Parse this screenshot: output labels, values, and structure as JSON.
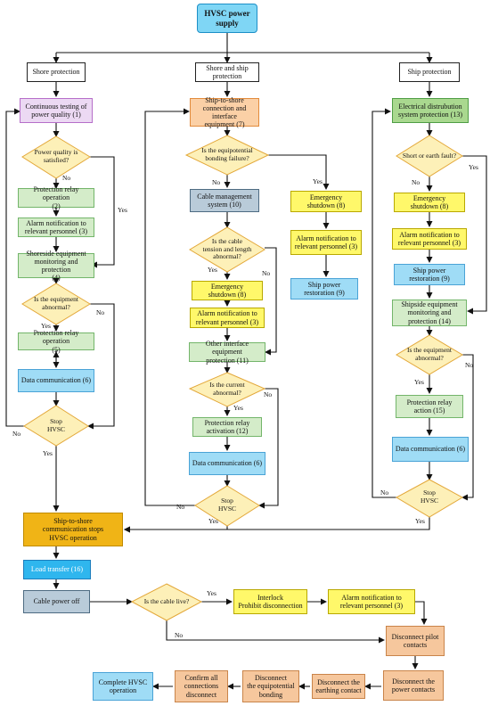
{
  "nodes": {
    "title": "HVSC power supply",
    "shore_protection": "Shore protection",
    "shore_ship_protection": "Shore and ship\nprotection",
    "ship_protection": "Ship protection",
    "continuous_testing": "Continuous testing of\npower quality (1)",
    "power_quality_q": "Power quality is\nsatisfied?",
    "prot_relay_2": "Protection relay operation\n(2)",
    "alarm_3_left": "Alarm notification to\nrelevant personnel (3)",
    "shoreside_monitoring": "Shoreside equipment\nmonitoring and protection\n(4)",
    "equip_abnormal_left": "Is the equipment\nabnormal?",
    "prot_relay_5": "Protection relay operation\n(5)",
    "data_comm_left": "Data communication (6)",
    "stop_left": "Stop\nHVSC",
    "ship_to_shore_7": "Ship-to-shore\nconnection and interface\nequipment (7)",
    "bonding_failure_q": "Is the equipotential\nbonding failure?",
    "cable_mgmt": "Cable management\nsystem (10)",
    "emergency_mid": "Emergency\nshutdown (8)",
    "alarm_mid": "Alarm notification to\nrelevant personnel (3)",
    "ship_power_restore_mid": "Ship power\nrestoration (9)",
    "cable_tension_q": "Is the cable\ntension and length\nabnormal?",
    "emergency_center": "Emergency\nshutdown  (8)",
    "alarm_center": "Alarm notification to\nrelevant personnel (3)",
    "other_interface": "Other interface equipment\nprotection (11)",
    "current_abnormal_q": "Is the current\nabnormal?",
    "prot_relay_12": "Protection relay\nactivation (12)",
    "data_comm_center": "Data communication (6)",
    "stop_center": "Stop\nHVSC",
    "electrical_dist": "Electrical distrubution\nsystem protection  (13)",
    "short_fault_q": "Short or earth fault?",
    "emergency_right": "Emergency\nshutdown (8)",
    "alarm_right": "Alarm notification to\nrelevant personnel (3)",
    "ship_power_restore_right": "Ship power\nrestoration (9)",
    "shipside_monitoring": "Shipside equipment\nmonitoring and\nprotection (14)",
    "equip_abnormal_right": "Is the equipment\nabnormal?",
    "prot_relay_15": "Protection relay\naction (15)",
    "data_comm_right": "Data communication (6)",
    "stop_right": "Stop\nHVSC",
    "ship_shore_comm_stops": "Ship-to-shore\ncommunication stops\nHVSC operation",
    "load_transfer": "Load transfer (16)",
    "cable_power_off": "Cable power off",
    "cable_live_q": "Is the cable live?",
    "interlock": "Interlock\nProhibit disconnection",
    "alarm_bottom": "Alarm notification to\nrelevant personnel (3)",
    "disconnect_pilot": "Disconnect pilot\ncontacts",
    "disconnect_power": "Disconnect the\npower contacts",
    "disconnect_earthing": "Disconnect the\nearthing contact",
    "disconnect_bonding": "Disconnect\nthe equipotential\nbonding",
    "confirm_all": "Confirm all\nconnections\ndisconnect",
    "complete": "Complete HVSC\noperation"
  },
  "edge_labels": {
    "no": "No",
    "yes": "Yes"
  }
}
